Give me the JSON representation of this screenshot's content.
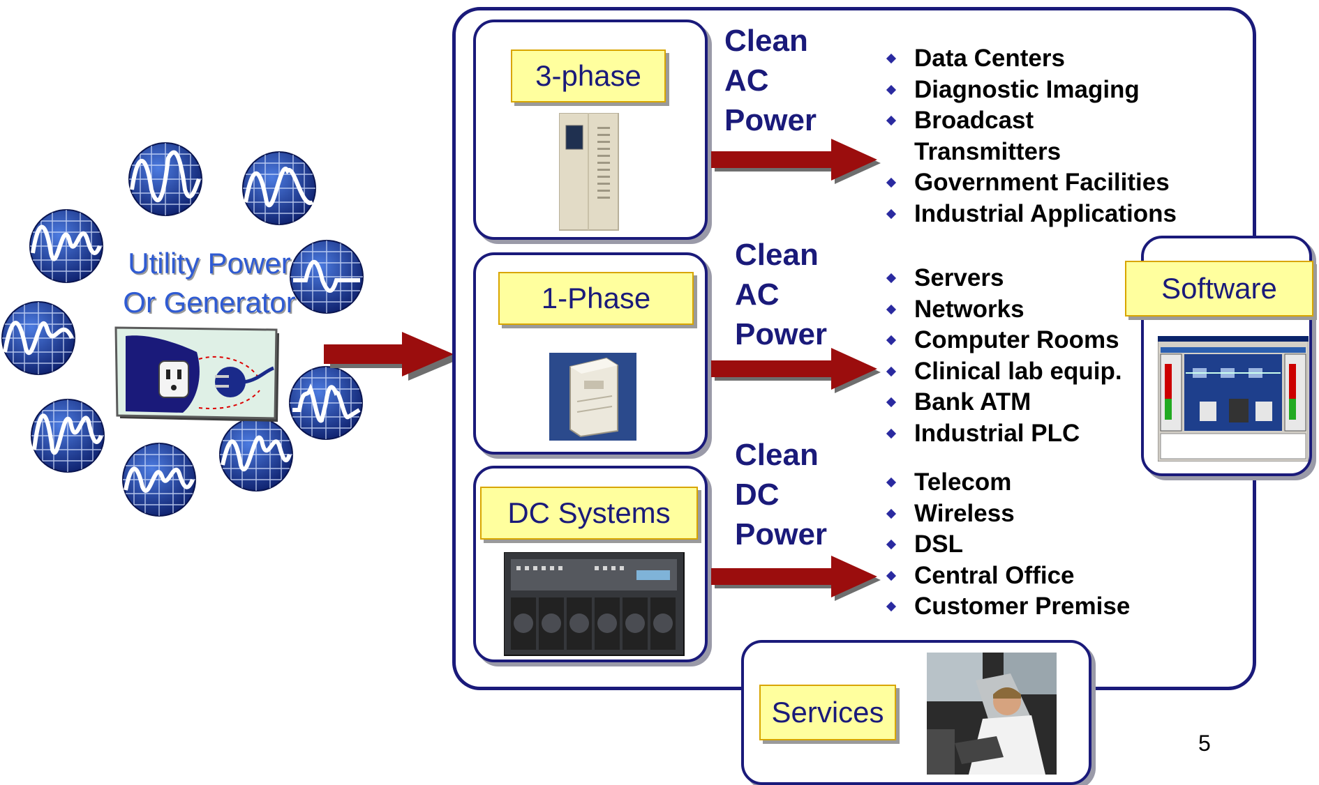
{
  "source": {
    "label_line1": "Utility Power",
    "label_line2": "Or Generator",
    "waveform_icons": [
      "sine-wave-icon",
      "sine-wave-icon",
      "sine-wave-icon",
      "sine-wave-icon",
      "sine-wave-icon",
      "distorted-wave-icon",
      "sine-wave-icon",
      "sine-wave-icon",
      "sine-wave-icon",
      "spike-wave-icon"
    ]
  },
  "systems": [
    {
      "label": "3-phase",
      "output": [
        "Clean",
        "AC",
        "Power"
      ],
      "applications": [
        "Data Centers",
        "Diagnostic Imaging",
        "Broadcast",
        "Transmitters",
        "Government Facilities",
        "Industrial Applications"
      ]
    },
    {
      "label": "1-Phase",
      "output": [
        "Clean",
        "AC",
        "Power"
      ],
      "applications": [
        "Servers",
        "Networks",
        "Computer Rooms",
        "Clinical lab equip.",
        "Bank ATM",
        "Industrial PLC"
      ]
    },
    {
      "label": "DC Systems",
      "output": [
        "Clean",
        "DC",
        "Power"
      ],
      "applications": [
        "Telecom",
        "Wireless",
        "DSL",
        "Central Office",
        "Customer Premise"
      ]
    }
  ],
  "software": {
    "label": "Software"
  },
  "services": {
    "label": "Services"
  },
  "page_number": "5",
  "colors": {
    "navy": "#1a1a7a",
    "arrow": "#9b0d0d",
    "label_bg": "#ffff9e",
    "globe": "#1d3a8f"
  }
}
